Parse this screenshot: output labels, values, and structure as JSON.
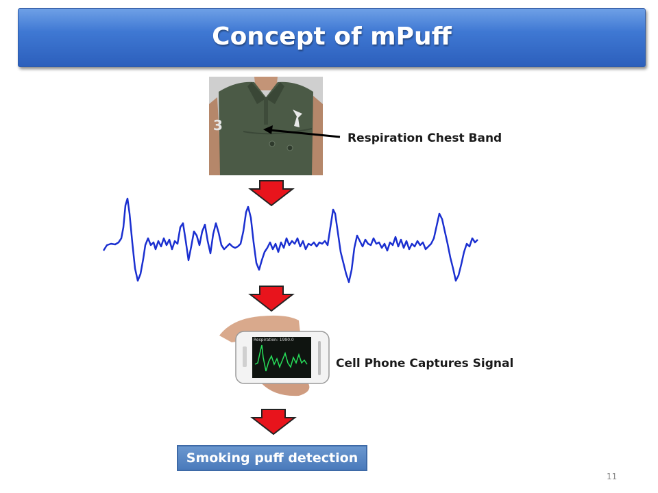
{
  "slide": {
    "title": "Concept of mPuff",
    "page_number": "11"
  },
  "labels": {
    "chest_band": "Respiration Chest Band",
    "phone_capture": "Cell Phone Captures Signal"
  },
  "phone_screen": {
    "header_text": "Respiration: 1990.0"
  },
  "result": {
    "label": "Smoking puff detection"
  },
  "colors": {
    "title_bar": "#3f78d3",
    "arrow_fill": "#e8141c",
    "signal_line": "#1a2fd0",
    "result_box": "#4f7fc0"
  },
  "icons": {
    "flow_arrow": "down-arrow-icon",
    "pointer": "pointer-arrow-icon"
  }
}
